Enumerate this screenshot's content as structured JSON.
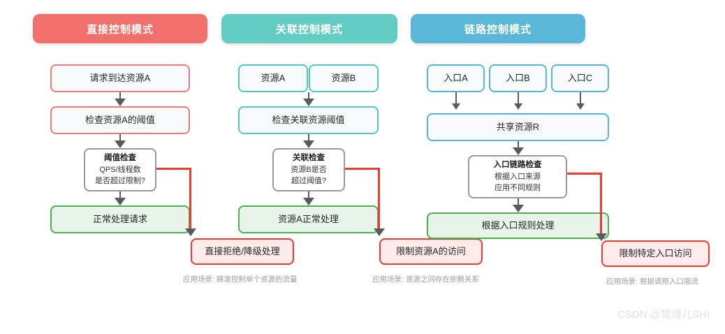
{
  "columns": [
    {
      "header": "直接控制模式",
      "header_color": "#f2706b",
      "nodes": {
        "source": "请求到达资源A",
        "check": "检查资源A的阈值",
        "decision_title": "阈值检查",
        "decision_line1": "QPS/线程数",
        "decision_line2": "是否超过限制?",
        "pass": "正常处理请求",
        "reject": "直接拒绝/降级处理"
      },
      "caption": "应用场景: 精准控制单个资源的流量"
    },
    {
      "header": "关联控制模式",
      "header_color": "#63cdc4",
      "nodes": {
        "source_a": "资源A",
        "source_b": "资源B",
        "check": "检查关联资源阈值",
        "decision_title": "关联检查",
        "decision_line1": "资源B是否",
        "decision_line2": "超过阈值?",
        "pass": "资源A正常处理",
        "reject": "限制资源A的访问"
      },
      "caption": "应用场景: 资源之间存在依赖关系"
    },
    {
      "header": "链路控制模式",
      "header_color": "#5bb7d8",
      "nodes": {
        "entry_a": "入口A",
        "entry_b": "入口B",
        "entry_c": "入口C",
        "shared": "共享资源R",
        "decision_title": "入口链路检查",
        "decision_line1": "根据入口来源",
        "decision_line2": "应用不同规则",
        "pass": "根据入口规则处理",
        "reject": "限制特定入口访问"
      },
      "caption": "应用场景: 根据调用入口限流"
    }
  ],
  "watermark": "CSDN @梵得儿SHI",
  "palette": {
    "red_line": "#ef3b2c",
    "arrow_gray": "#5a5a5a",
    "green_border": "#4caf50",
    "green_fill": "#e8f4e9",
    "pink_fill": "#fdeaea",
    "node_fill": "#f7f9fb"
  }
}
